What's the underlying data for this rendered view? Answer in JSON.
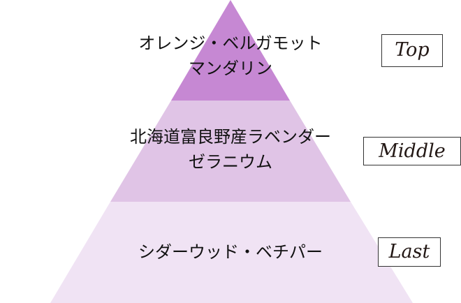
{
  "colors": {
    "top": "#c688d3",
    "middle": "#e0c4e6",
    "last": "#f0e3f4"
  },
  "tiers": [
    {
      "label": "Top",
      "notes": [
        "オレンジ・ベルガモット",
        "マンダリン"
      ]
    },
    {
      "label": "Middle",
      "notes": [
        "北海道富良野産ラベンダー",
        "ゼラニウム"
      ]
    },
    {
      "label": "Last",
      "notes": [
        "シダーウッド・ベチパー"
      ]
    }
  ]
}
